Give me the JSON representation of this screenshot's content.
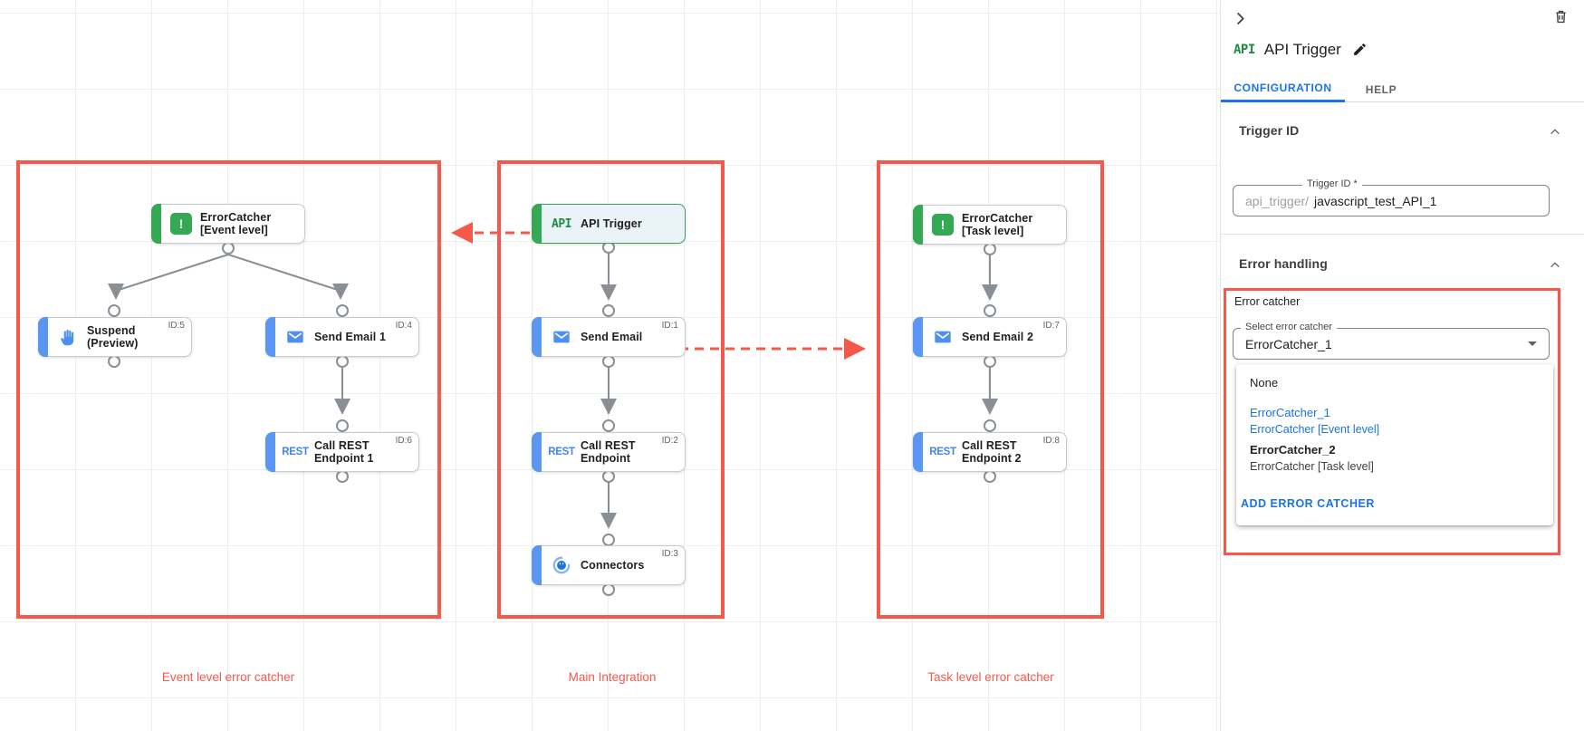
{
  "colors": {
    "highlight_red": "#f4594b",
    "dot_red": "#e5342b",
    "link_blue": "#1a73e8",
    "node_accent_blue": "#5b96f2",
    "node_accent_green": "#34a853",
    "api_green": "#1e8e3e",
    "connector_gray": "#898f94"
  },
  "canvas": {
    "rest_icon_label": "REST",
    "groups": [
      {
        "label": "Event level error catcher"
      },
      {
        "label": "Main Integration"
      },
      {
        "label": "Task level error catcher"
      }
    ],
    "nodes": {
      "ec_event": {
        "title": "ErrorCatcher",
        "title2": "[Event level]"
      },
      "suspend": {
        "title": "Suspend",
        "title2": "(Preview)",
        "id": "ID:5"
      },
      "send_email_1": {
        "title": "Send Email 1",
        "id": "ID:4"
      },
      "call_rest_1": {
        "title": "Call REST Endpoint 1",
        "id": "ID:6"
      },
      "api_trigger": {
        "title": "API Trigger",
        "icon_label": "API"
      },
      "send_email": {
        "title": "Send Email",
        "id": "ID:1"
      },
      "call_rest": {
        "title": "Call REST Endpoint",
        "id": "ID:2"
      },
      "connectors": {
        "title": "Connectors",
        "id": "ID:3"
      },
      "ec_task": {
        "title": "ErrorCatcher",
        "title2": "[Task level]"
      },
      "send_email_2": {
        "title": "Send Email 2",
        "id": "ID:7"
      },
      "call_rest_2": {
        "title": "Call REST Endpoint 2",
        "id": "ID:8"
      }
    }
  },
  "panel": {
    "trigger_badge": "API",
    "title": "API Trigger",
    "tabs": [
      {
        "label": "CONFIGURATION"
      },
      {
        "label": "HELP"
      }
    ],
    "trigger_id": {
      "section_title": "Trigger ID",
      "field_label": "Trigger ID *",
      "prefix": "api_trigger/",
      "value": "javascript_test_API_1"
    },
    "error_handling": {
      "section_title": "Error handling",
      "group_label": "Error catcher",
      "select_label": "Select error catcher",
      "select_value": "ErrorCatcher_1",
      "options": [
        {
          "name": "None",
          "detail": ""
        },
        {
          "name": "ErrorCatcher_1",
          "detail": "ErrorCatcher [Event level]"
        },
        {
          "name": "ErrorCatcher_2",
          "detail": "ErrorCatcher [Task level]"
        }
      ],
      "add_button": "ADD ERROR CATCHER"
    }
  }
}
